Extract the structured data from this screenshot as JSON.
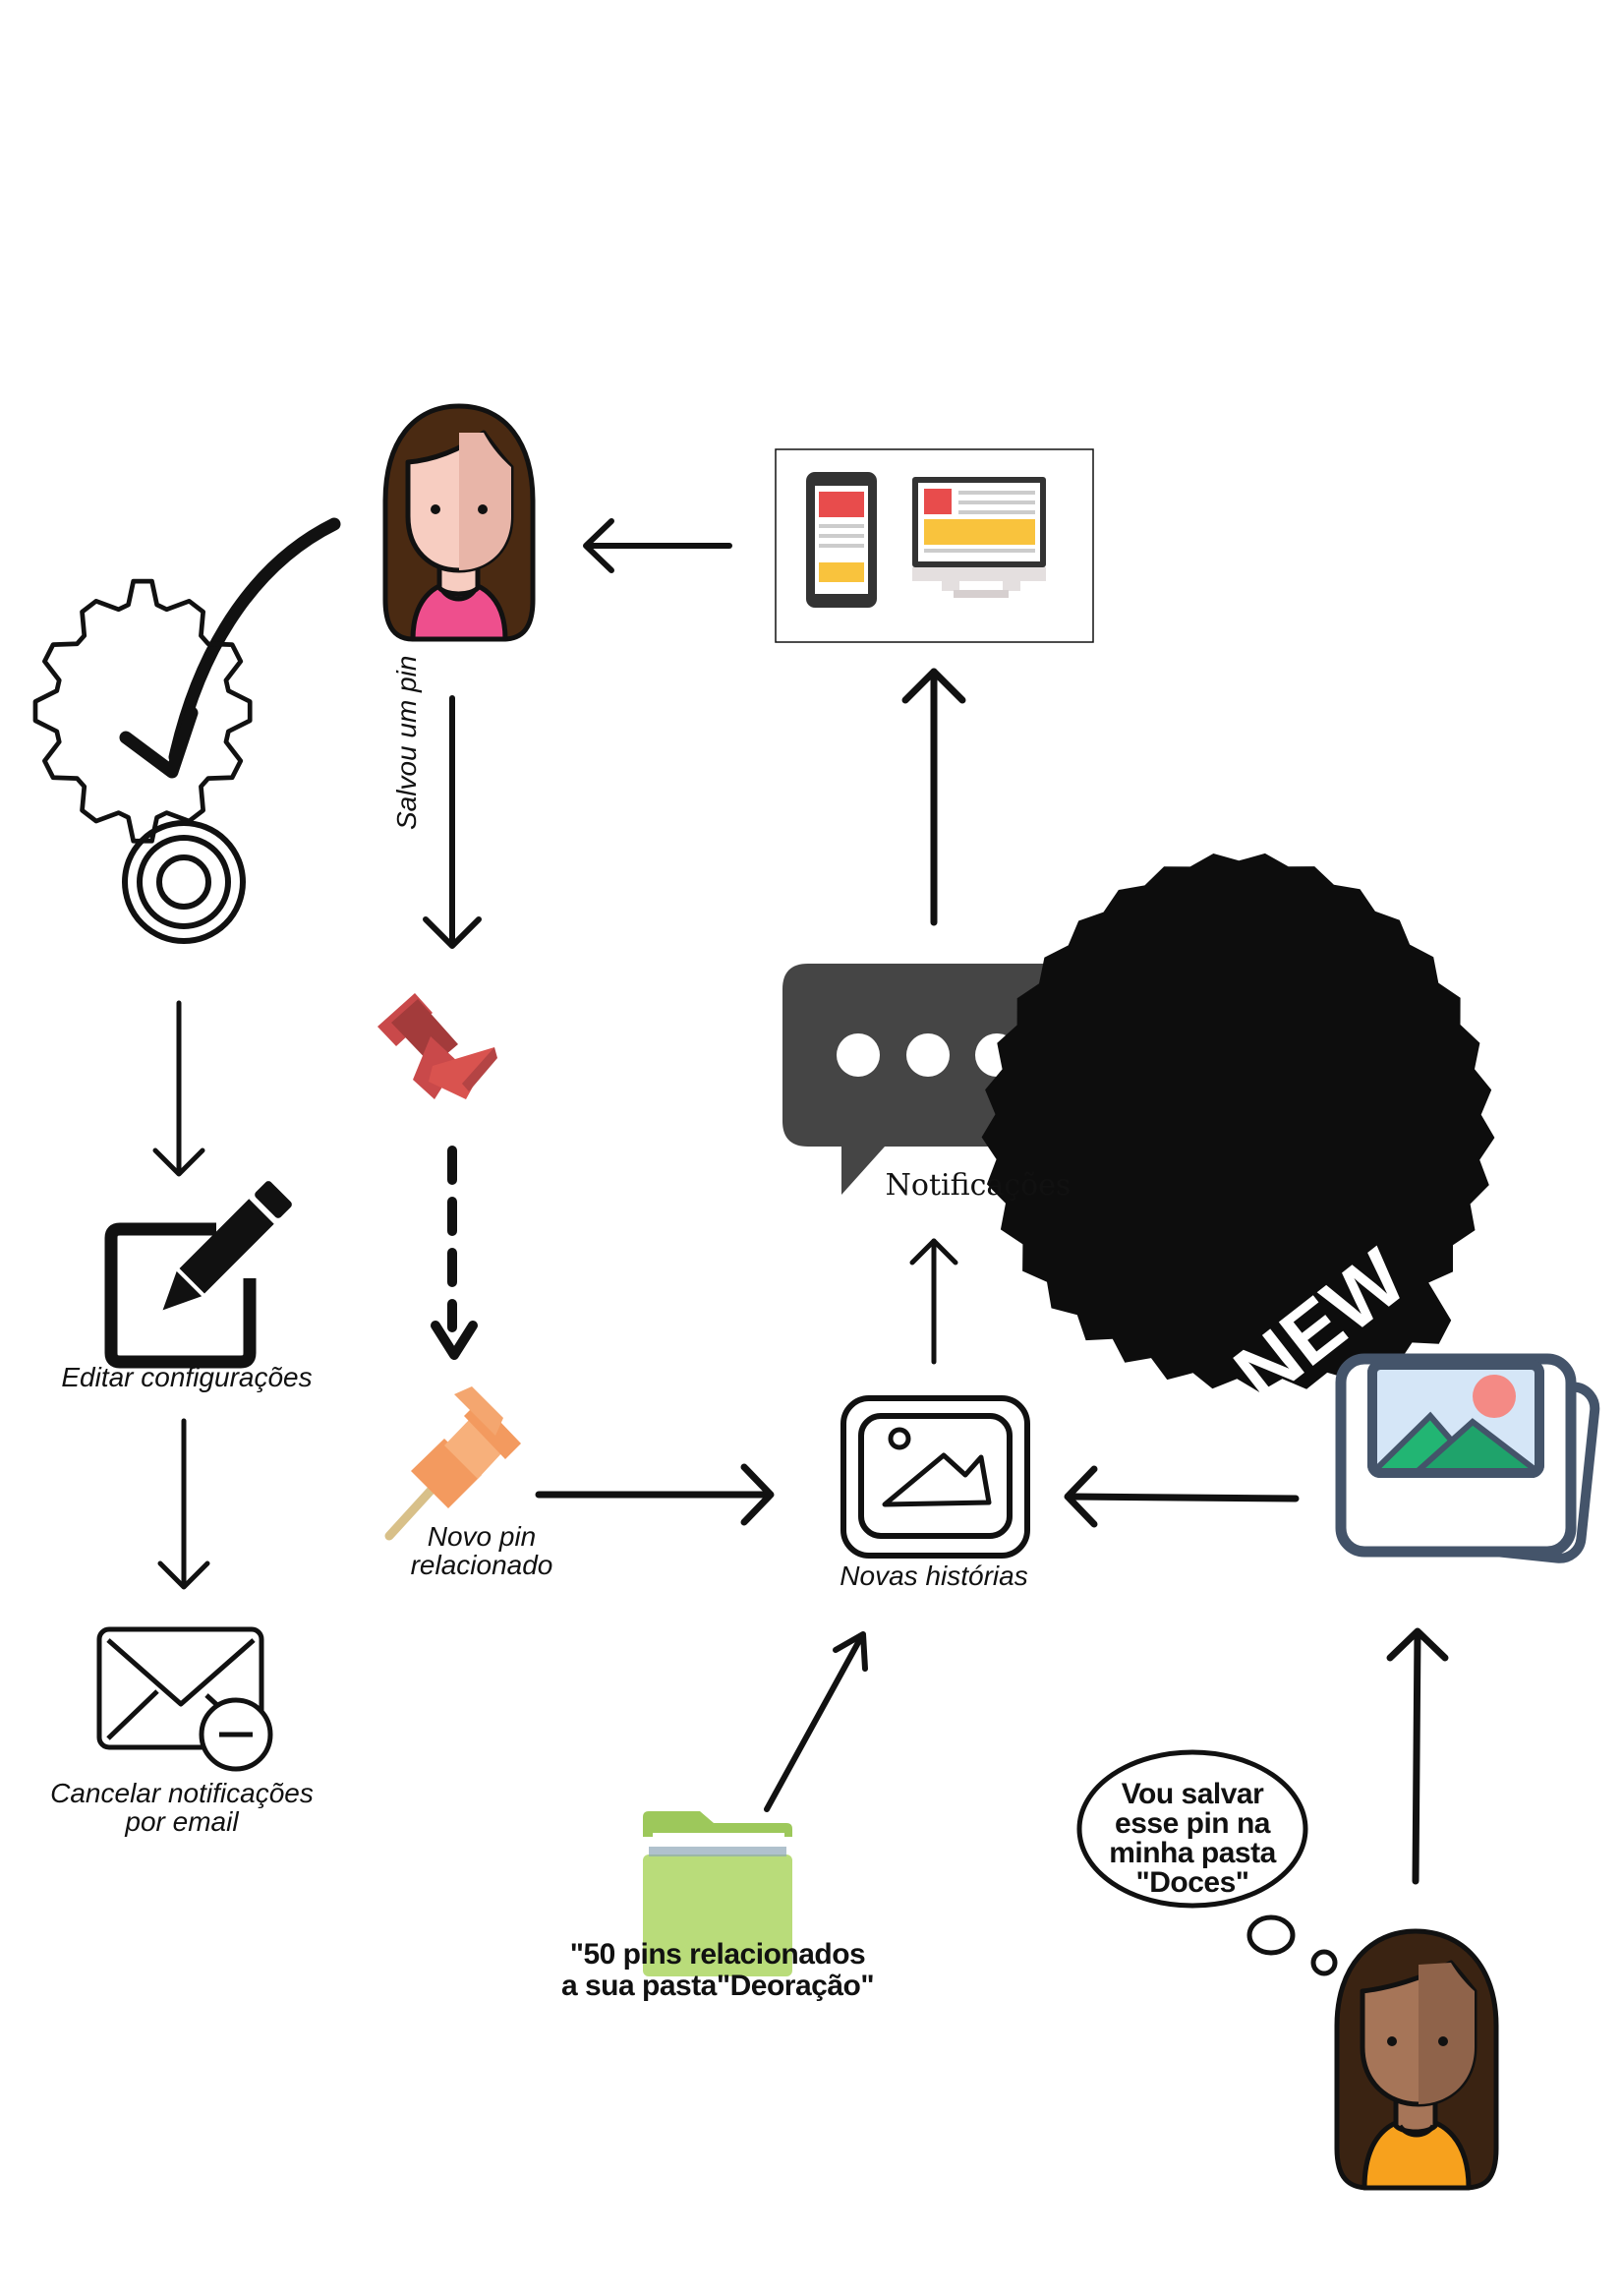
{
  "labels": {
    "saved_pin": "Salvou um pin",
    "notifications": "Notificações",
    "edit_settings": "Editar configurações",
    "related_pin_l1": "Novo pin",
    "related_pin_l2": "relacionado",
    "new_stories": "Novas histórias",
    "cancel_email_l1": "Cancelar notificações",
    "cancel_email_l2": "por email",
    "folder_l1": "\"50 pins relacionados",
    "folder_l2": "a sua pasta\"Deoração\"",
    "thought_l1": "Vou salvar",
    "thought_l2": "esse pin na",
    "thought_l3": "minha pasta",
    "thought_l4": "\"Doces\"",
    "new_badge": "NEW"
  },
  "colors": {
    "ink": "#111111",
    "hair": "#4a2a12",
    "skin_light": "#f7cdc1",
    "shirt_pink": "#ee4f8d",
    "skin_dark": "#a67558",
    "shirt_orange": "#f7a11d",
    "chat_gray": "#454545",
    "pin_red": "#c9494a",
    "pin_orange": "#f39a5f",
    "folder_green": "#b9dc7a",
    "photo_frame": "#44546a",
    "photo_green": "#22b573",
    "screen_red": "#e84c4c",
    "screen_yellow": "#f9c33d"
  },
  "icons": [
    "woman-top-icon",
    "devices-icon",
    "gear-icon",
    "pushpin-red-icon",
    "chat-bubble-icon",
    "new-badge-icon",
    "pencil-edit-icon",
    "pushpin-orange-icon",
    "picture-frame-icon",
    "photo-stack-icon",
    "envelope-minus-icon",
    "folder-icon",
    "thought-bubble-icon",
    "woman-bottom-icon"
  ]
}
